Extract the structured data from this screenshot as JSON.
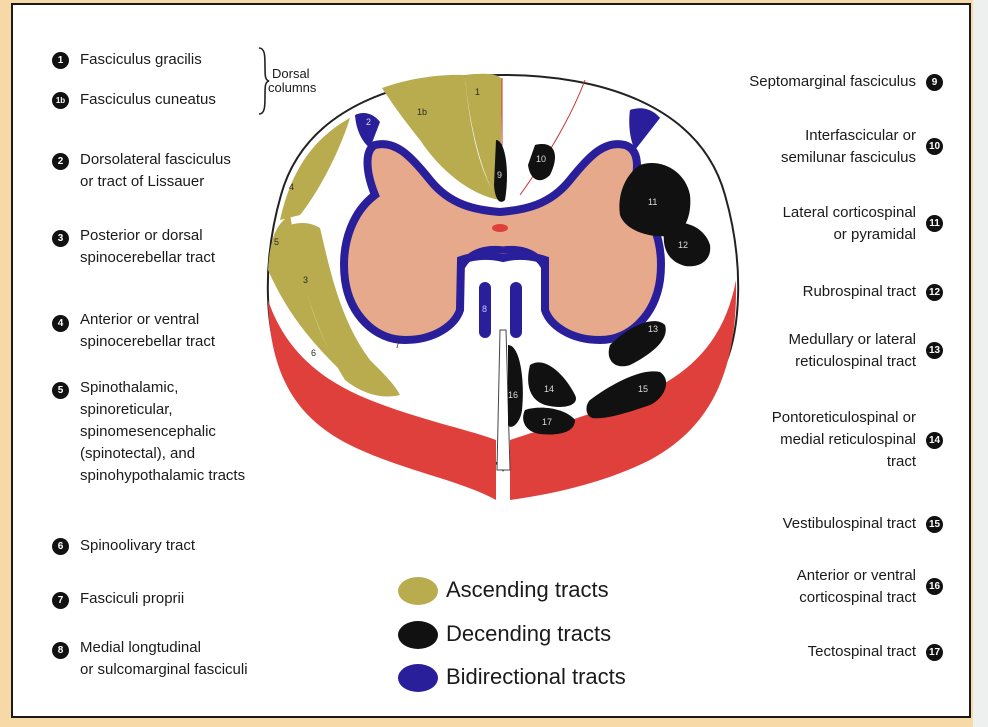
{
  "labels_left": [
    {
      "num": "1",
      "lines": [
        "Fasciculus gracilis"
      ]
    },
    {
      "num": "1b",
      "lines": [
        "Fasciculus cuneatus"
      ]
    },
    {
      "num": "2",
      "lines": [
        "Dorsolateral fasciculus",
        "or tract of Lissauer"
      ]
    },
    {
      "num": "3",
      "lines": [
        "Posterior or dorsal",
        "spinocerebellar tract"
      ]
    },
    {
      "num": "4",
      "lines": [
        "Anterior or ventral",
        "spinocerebellar tract"
      ]
    },
    {
      "num": "5",
      "lines": [
        "Spinothalamic,",
        "spinoreticular,",
        "spinomesencephalic",
        "(spinotectal), and",
        "spinohypothalamic tracts"
      ]
    },
    {
      "num": "6",
      "lines": [
        "Spinoolivary tract"
      ]
    },
    {
      "num": "7",
      "lines": [
        "Fasciculi proprii"
      ]
    },
    {
      "num": "8",
      "lines": [
        "Medial longtudinal",
        "or sulcomarginal fasciculi"
      ]
    }
  ],
  "dorsal_columns_label": [
    "Dorsal",
    "columns"
  ],
  "labels_right": [
    {
      "num": "9",
      "lines": [
        "Septomarginal fasciculus"
      ]
    },
    {
      "num": "10",
      "lines": [
        "Interfascicular or",
        "semilunar fasciculus"
      ]
    },
    {
      "num": "11",
      "lines": [
        "Lateral corticospinal",
        "or pyramidal"
      ]
    },
    {
      "num": "12",
      "lines": [
        "Rubrospinal tract"
      ]
    },
    {
      "num": "13",
      "lines": [
        "Medullary or lateral",
        "reticulospinal tract"
      ]
    },
    {
      "num": "14",
      "lines": [
        "Pontoreticulospinal or",
        "medial reticulospinal",
        "tract"
      ]
    },
    {
      "num": "15",
      "lines": [
        "Vestibulospinal tract"
      ]
    },
    {
      "num": "16",
      "lines": [
        "Anterior or ventral",
        "corticospinal tract"
      ]
    },
    {
      "num": "17",
      "lines": [
        "Tectospinal tract"
      ]
    }
  ],
  "legend": [
    {
      "label": "Ascending tracts",
      "color": "#b8ac4e"
    },
    {
      "label": "Decending tracts",
      "color": "#111111"
    },
    {
      "label": "Bidirectional tracts",
      "color": "#2a1f9a"
    }
  ],
  "diagram_tract_numbers": [
    "1",
    "1b",
    "2",
    "3",
    "4",
    "5",
    "6",
    "7",
    "8",
    "9",
    "10",
    "11",
    "12",
    "13",
    "14",
    "15",
    "16",
    "17"
  ],
  "colors": {
    "ascending": "#b8ac4e",
    "descending": "#111111",
    "bidirectional": "#2a1f9a",
    "gray_matter": "#e6a98c",
    "pia_red": "#e0403c",
    "page_background": "#f6d9a6"
  }
}
